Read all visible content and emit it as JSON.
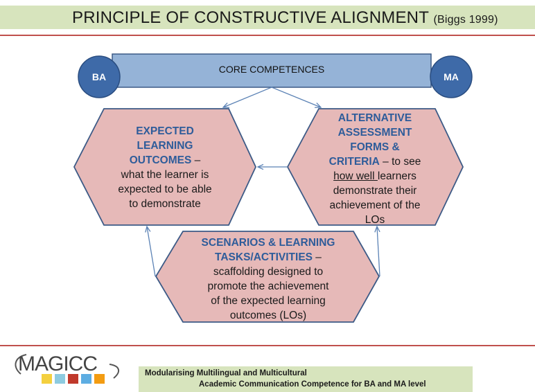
{
  "title": {
    "main": "PRINCIPLE OF CONSTRUCTIVE ALIGNMENT",
    "source": "(Biggs 1999)"
  },
  "core": {
    "label": "CORE COMPETENCES",
    "left_circle": "BA",
    "right_circle": "MA"
  },
  "outcomes": {
    "heading": [
      "EXPECTED",
      "LEARNING",
      "OUTCOMES"
    ],
    "dash": " –",
    "body": [
      "what the learner is",
      "expected to be able",
      "to demonstrate"
    ]
  },
  "assessment": {
    "heading": [
      "ALTERNATIVE",
      "ASSESSMENT",
      "FORMS &",
      "CRITERIA"
    ],
    "tail": " – to see",
    "underlined": "how well ",
    "after_underline": "learners",
    "body": [
      "demonstrate their",
      "achievement of the",
      "LOs"
    ]
  },
  "scenarios": {
    "heading": [
      "SCENARIOS & LEARNING",
      "TASKS/ACTIVITIES"
    ],
    "dash": " –",
    "body": [
      "scaffolding designed to",
      "promote the achievement",
      "of the expected learning",
      "outcomes (LOs)"
    ]
  },
  "logo": {
    "text": "MAGICC"
  },
  "footer": {
    "line1": "Modularising Multilingual and Multicultural",
    "line2": "Academic Communication Competence for BA and MA level"
  },
  "colors": {
    "hexagon_fill": "#e6b9b8",
    "hexagon_stroke": "#3c5a86",
    "core_bar_fill": "#95b3d7",
    "circle_fill": "#3e6aa8",
    "title_band": "#d7e4bd",
    "rule": "#c0504d",
    "heading_text": "#2e5c9a",
    "logo_squares": [
      "#f4d03f",
      "#8ecbe0",
      "#c0392b",
      "#5dade2",
      "#f39c12"
    ]
  }
}
